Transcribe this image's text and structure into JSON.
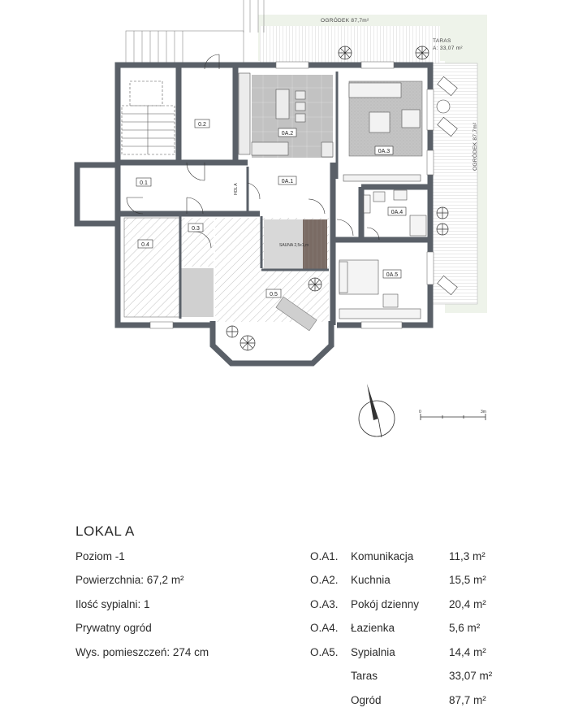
{
  "plan": {
    "rooms": [
      {
        "code": "0.1"
      },
      {
        "code": "0.2"
      },
      {
        "code": "0.3"
      },
      {
        "code": "0.4"
      },
      {
        "code": "0.5"
      },
      {
        "code": "0A.1"
      },
      {
        "code": "0A.2"
      },
      {
        "code": "0A.3"
      },
      {
        "code": "0A.4"
      },
      {
        "code": "0A.5"
      }
    ],
    "garden_top_label": "OGRÓDEK 87,7m²",
    "garden_side_label": "OGRÓDEK 87,7m²",
    "terrace_label_1": "TARAS",
    "terrace_label_2": "A: 33,07 m²",
    "sauna_label": "SAUNA 2,5x1,m",
    "hall_label": "HOL A",
    "scale_start": "0",
    "scale_end": "3m"
  },
  "info": {
    "title": "LOKAL A",
    "specs": [
      "Poziom -1",
      "Powierzchnia: 67,2 m²",
      "Ilość sypialni: 1",
      "Prywatny ogród",
      "Wys. pomieszczeń: 274 cm"
    ],
    "rooms": [
      {
        "code": "O.A1.",
        "name": "Komunikacja",
        "area": "11,3 m²"
      },
      {
        "code": "O.A2.",
        "name": "Kuchnia",
        "area": "15,5 m²"
      },
      {
        "code": "O.A3.",
        "name": "Pokój dzienny",
        "area": "20,4 m²"
      },
      {
        "code": "O.A4.",
        "name": "Łazienka",
        "area": "5,6 m²"
      },
      {
        "code": "O.A5.",
        "name": "Sypialnia",
        "area": "14,4 m²"
      },
      {
        "code": "",
        "name": "Taras",
        "area": "33,07 m²"
      },
      {
        "code": "",
        "name": "Ogród",
        "area": "87,7 m²"
      }
    ]
  }
}
